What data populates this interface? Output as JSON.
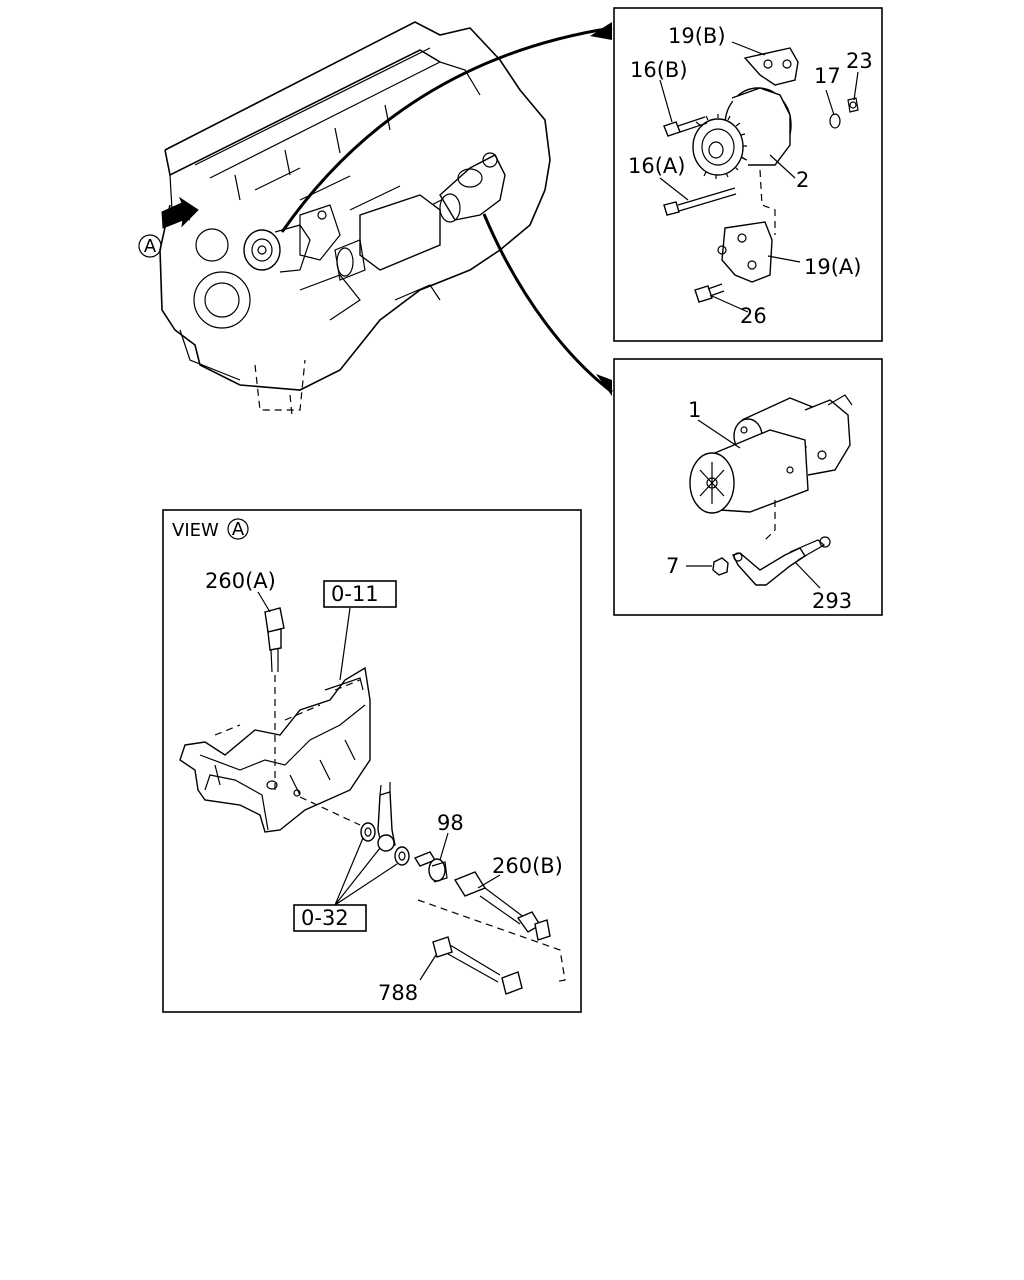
{
  "view_marker": "A",
  "detail_alternator": {
    "callouts": {
      "bracket_b": "19(B)",
      "bolt_b": "16(B)",
      "washer": "17",
      "nut": "23",
      "bolt_a": "16(A)",
      "alternator": "2",
      "bracket_a": "19(A)",
      "bolt_26": "26"
    }
  },
  "detail_starter": {
    "callouts": {
      "starter": "1",
      "nut": "7",
      "cable": "293"
    }
  },
  "view_a": {
    "title": "VIEW",
    "marker": "A",
    "callouts": {
      "sensor_a": "260(A)",
      "ref_head": "0-11",
      "fitting": "98",
      "sensor_b": "260(B)",
      "ref_gasket": "0-32",
      "harness": "788"
    }
  }
}
